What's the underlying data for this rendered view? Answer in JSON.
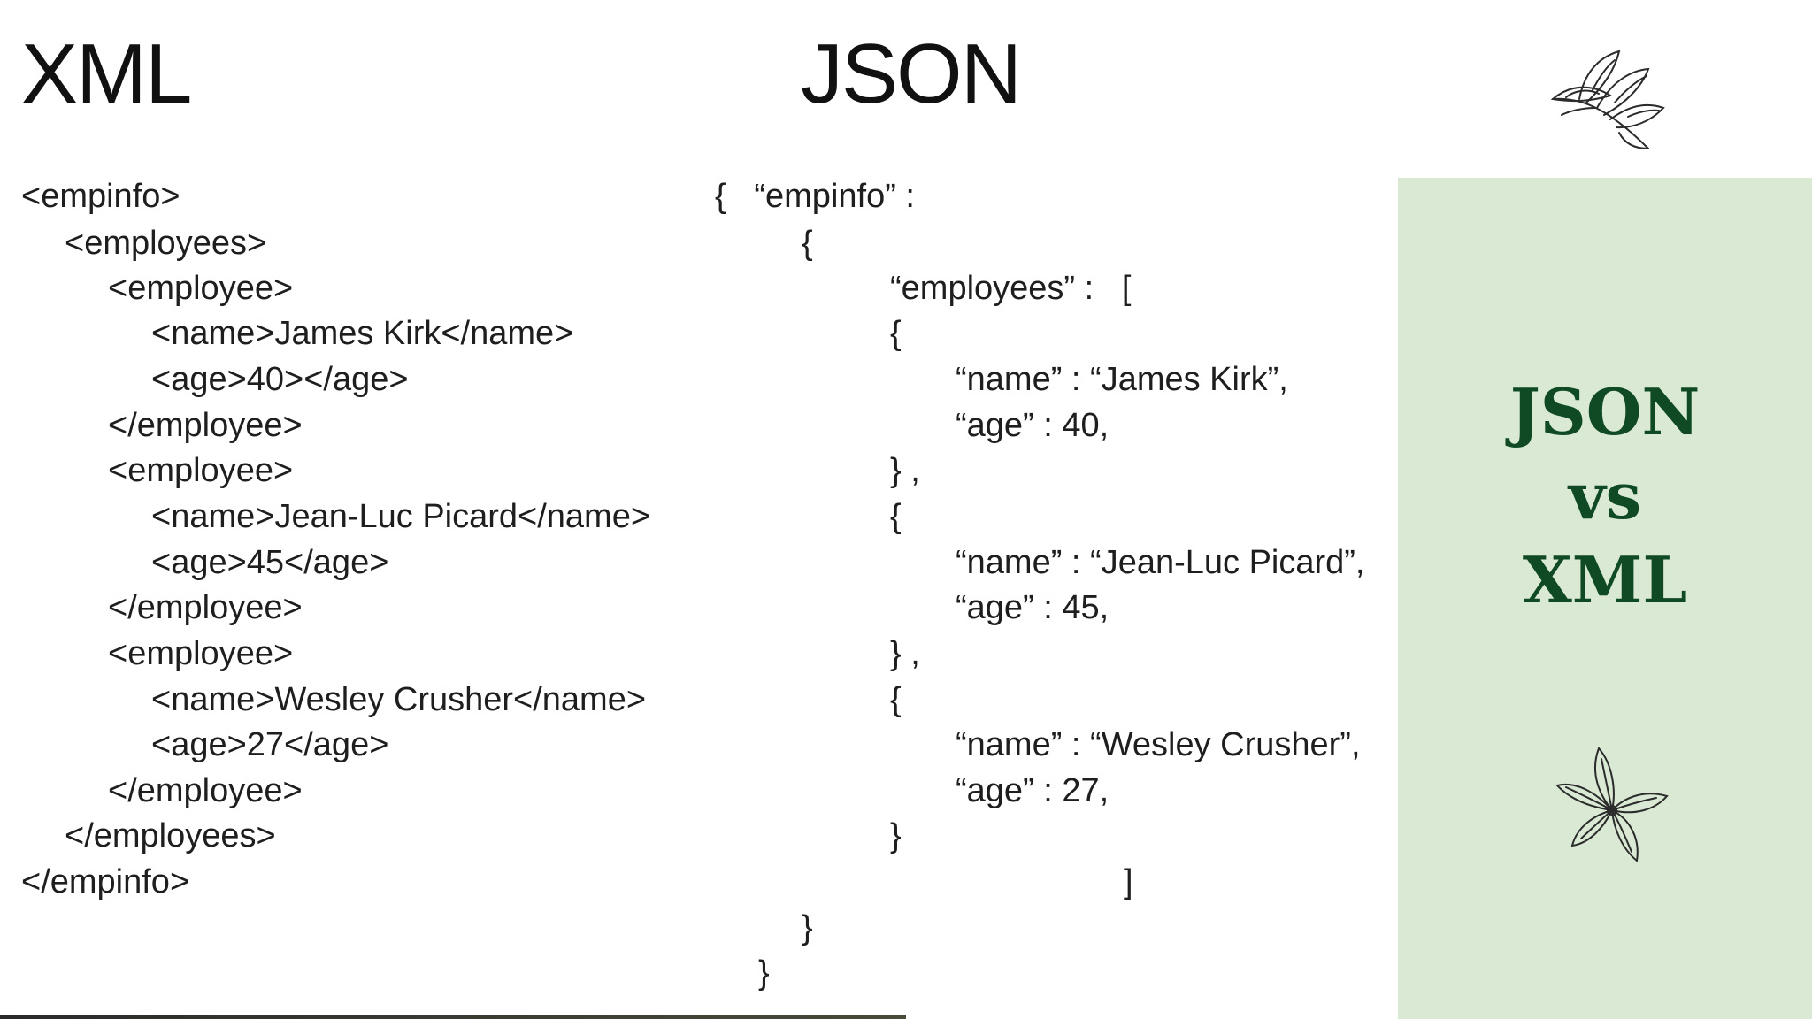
{
  "headings": {
    "xml": "XML",
    "json": "JSON"
  },
  "xml_lines": [
    "<empinfo>",
    "<employees>",
    "<employee>",
    "<name>James Kirk</name>",
    "<age>40></age>",
    "</employee>",
    "<employee>",
    "<name>Jean-Luc Picard</name>",
    "<age>45</age>",
    "</employee>",
    "<employee>",
    "<name>Wesley Crusher</name>",
    "<age>27</age>",
    "</employee>",
    "</employees>",
    "</empinfo>"
  ],
  "json_lines": [
    "{   “empinfo” :",
    "{",
    "“employees” :   [",
    "{",
    "“name” : “James Kirk”,",
    "“age” : 40,",
    "} ,",
    "{",
    "“name” : “Jean-Luc Picard”,",
    "“age” : 45,",
    "} ,",
    "{",
    "“name” : “Wesley Crusher”,",
    "“age” : 27,",
    "}",
    "]",
    "}",
    "}"
  ],
  "side_panel": {
    "line1": "JSON",
    "line2": "vs",
    "line3": "XML"
  },
  "icons": {
    "top": "leaf-sprig-icon",
    "bottom": "plumeria-flower-icon"
  },
  "colors": {
    "panel": "#d9e9d3",
    "panel_text": "#0f4a24"
  }
}
